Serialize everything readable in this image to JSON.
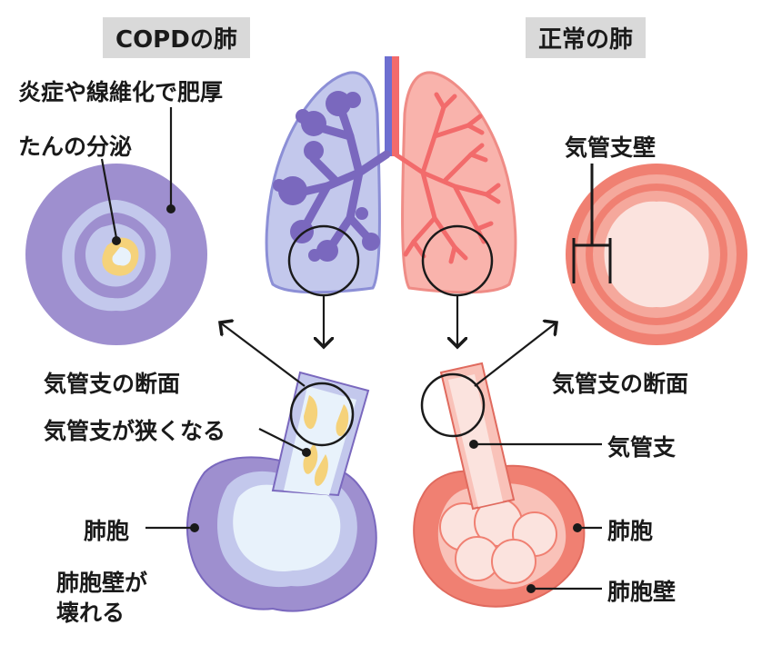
{
  "titles": {
    "copd": "COPDの肺",
    "normal": "正常の肺"
  },
  "copd_labels": {
    "inflammation": "炎症や線維化で肥厚",
    "sputum": "たんの分泌",
    "cross_section": "気管支の断面",
    "narrowing": "気管支が狭くなる",
    "alveoli": "肺胞",
    "wall_broken_line1": "肺胞壁が",
    "wall_broken_line2": "壊れる"
  },
  "normal_labels": {
    "bronchial_wall": "気管支壁",
    "cross_section": "気管支の断面",
    "bronchus": "気管支",
    "alveoli": "肺胞",
    "alveolar_wall": "肺胞壁"
  },
  "colors": {
    "copd_outer": "#9e8fcf",
    "copd_light": "#c3c8ec",
    "copd_inner": "#e8f2fb",
    "mucus": "#f5d27a",
    "normal_outer": "#f08072",
    "normal_mid": "#f5a89c",
    "normal_light": "#fbe3de",
    "trachea_blue": "#6d6fd0",
    "trachea_red": "#f26b6b"
  }
}
